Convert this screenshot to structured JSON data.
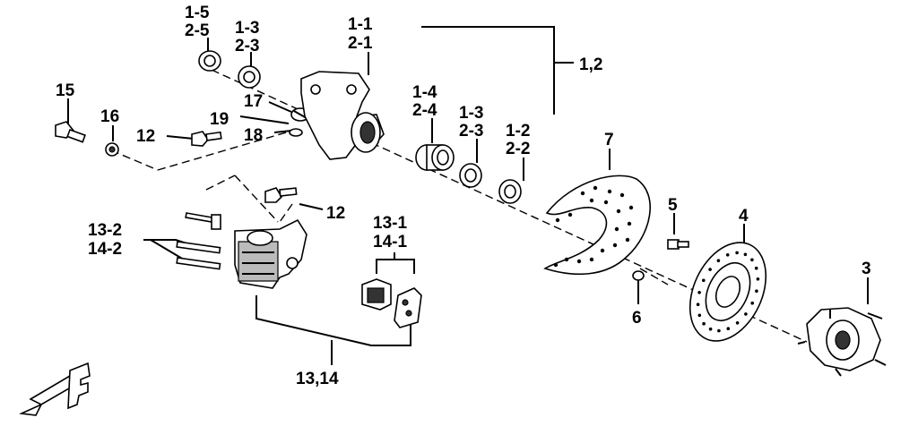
{
  "callouts": {
    "c_1_5": "1-5",
    "c_2_5": "2-5",
    "c_1_3a": "1-3",
    "c_2_3a": "2-3",
    "c_1_1": "1-1",
    "c_2_1": "2-1",
    "c_12": "1,2",
    "c_15": "15",
    "c_16": "16",
    "c_17": "17",
    "c_19": "19",
    "c_12a": "12",
    "c_18": "18",
    "c_1_4": "1-4",
    "c_2_4": "2-4",
    "c_1_3b": "1-3",
    "c_2_3b": "2-3",
    "c_1_2": "1-2",
    "c_2_2": "2-2",
    "c_7": "7",
    "c_5": "5",
    "c_4": "4",
    "c_3": "3",
    "c_6": "6",
    "c_12b": "12",
    "c_13_2": "13-2",
    "c_14_2": "14-2",
    "c_13_1": "13-1",
    "c_14_1": "14-1",
    "c_1314": "13,14"
  },
  "colors": {
    "ink": "#000000",
    "paper": "#ffffff",
    "shade": "#333333"
  },
  "icons": {
    "front": "front-arrow-f-icon"
  }
}
